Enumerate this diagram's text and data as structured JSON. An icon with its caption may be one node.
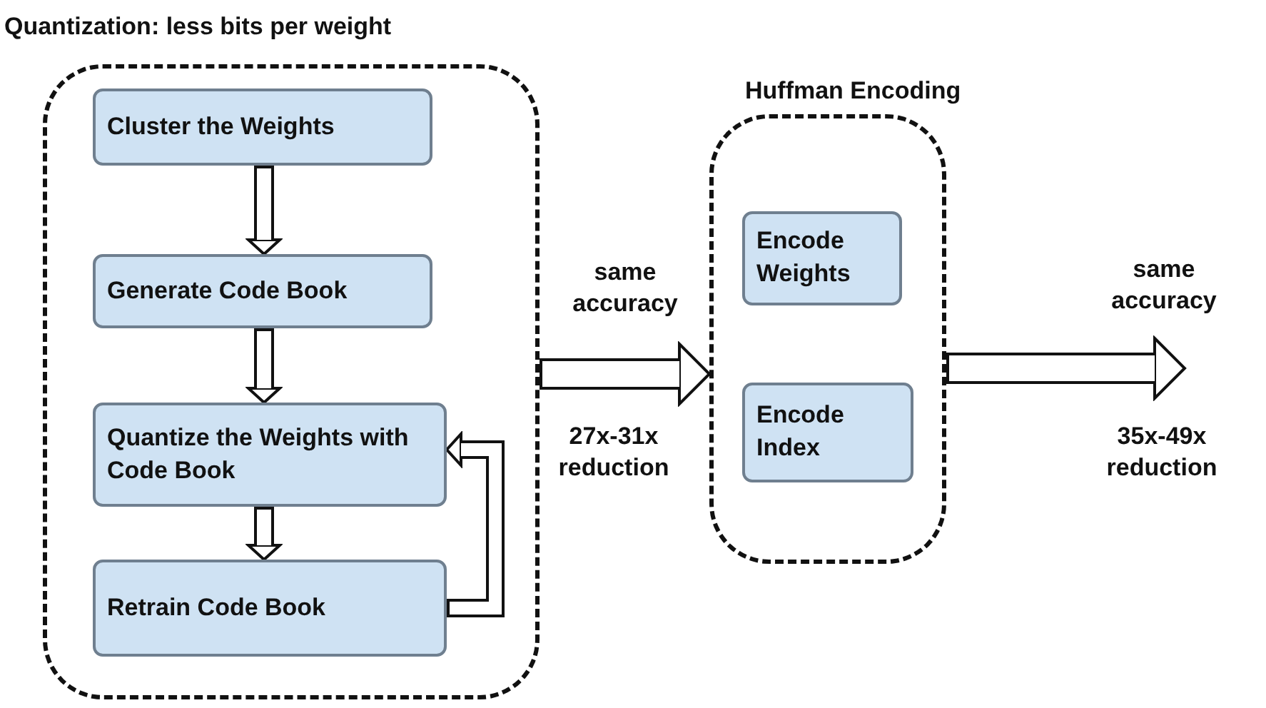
{
  "diagram": {
    "nodes": [
      {
        "text": [
          "Quantization: less bits per weight"
        ]
      },
      {
        "text": [
          "Cluster the Weights"
        ],
        "in": 0
      },
      {
        "text": [
          "Generate Code Book"
        ],
        "in": 0
      },
      {
        "text": [
          "Quantize the Weights with Code Book"
        ],
        "in": 0
      },
      {
        "text": [
          "Retrain Code Book"
        ],
        "in": 0
      },
      {
        "text": [
          "Huffman Encoding"
        ]
      },
      {
        "text": [
          "Encode Weights"
        ],
        "in": 5
      },
      {
        "text": [
          "Encode Index"
        ],
        "in": 5
      }
    ],
    "edges": [
      {
        "from": 1,
        "to": 2,
        "arrow": "to"
      },
      {
        "from": 2,
        "to": 3,
        "arrow": "to"
      },
      {
        "from": 3,
        "to": 4,
        "arrow": "to"
      },
      {
        "from": 4,
        "to": 3,
        "arrow": "to"
      },
      {
        "from": 0,
        "to": 5,
        "arrow": "to"
      },
      {
        "from": 5,
        "to": null,
        "arrow": "to"
      }
    ],
    "labels": [
      "same accuracy",
      "27x-31x reduction",
      "same accuracy",
      "35x-49x reduction"
    ]
  }
}
